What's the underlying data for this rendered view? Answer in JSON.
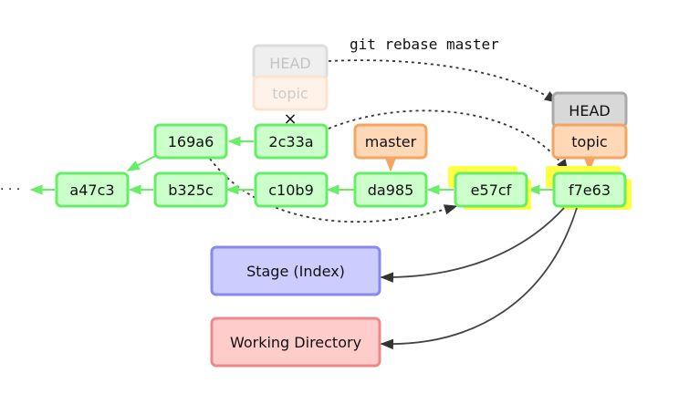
{
  "command": "git rebase master",
  "ellipsis": "· · ·",
  "cross_mark": "×",
  "ghost_refs": {
    "head": "HEAD",
    "branch": "topic"
  },
  "refs": {
    "master": "master",
    "head": "HEAD",
    "topic": "topic"
  },
  "commits": {
    "a47c3": "a47c3",
    "b325c": "b325c",
    "c10b9": "c10b9",
    "da985": "da985",
    "e57cf": "e57cf",
    "f7e63": "f7e63",
    "169a6": "169a6",
    "2c33a": "2c33a"
  },
  "areas": {
    "stage": "Stage (Index)",
    "working": "Working Directory"
  },
  "colors": {
    "commit_fill": "#ccffcc",
    "commit_border": "#66ee66",
    "highlight": "#ffff44",
    "branch_fill": "#ffd8b8",
    "branch_border": "#f4a560",
    "head_fill": "#d8d8d8",
    "head_border": "#aaaaaa",
    "stage_fill": "#ccccff",
    "stage_border": "#8888ee",
    "working_fill": "#ffcccc",
    "working_border": "#ee8888"
  }
}
